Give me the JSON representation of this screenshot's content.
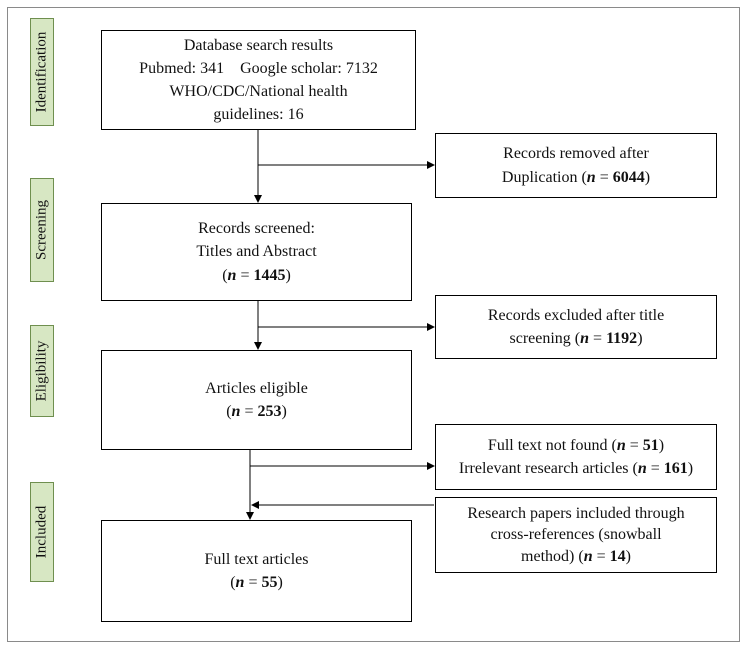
{
  "stages": {
    "identification": "Identification",
    "screening": "Screening",
    "eligibility": "Eligibility",
    "included": "Included"
  },
  "boxes": {
    "database_search": {
      "line1": "Database search results",
      "line2": "Pubmed: 341    Google scholar: 7132",
      "line3": "WHO/CDC/National health",
      "line4": "guidelines: 16"
    },
    "duplicates": {
      "line1": "Records removed after",
      "line2_prefix": "Duplication (",
      "n": "n",
      "eq": " = ",
      "value": "6044",
      "suffix": ")"
    },
    "screened": {
      "line1": "Records screened:",
      "line2": "Titles and Abstract",
      "prefix": "(",
      "n": "n",
      "eq": " = ",
      "value": "1445",
      "suffix": ")"
    },
    "excluded_title": {
      "line1": "Records excluded after title",
      "line2_prefix": "screening (",
      "n": "n",
      "eq": " = ",
      "value": "1192",
      "suffix": ")"
    },
    "eligible": {
      "line1": "Articles eligible",
      "prefix": "(",
      "n": "n",
      "eq": " = ",
      "value": "253",
      "suffix": ")"
    },
    "not_found": {
      "line1_prefix": "Full text not found (",
      "n1": "n",
      "eq1": " = ",
      "value1": "51",
      "suffix1": ")",
      "line2_prefix": "Irrelevant research articles (",
      "n2": "n",
      "eq2": " = ",
      "value2": "161",
      "suffix2": ")"
    },
    "snowball": {
      "line1": "Research papers included through",
      "line2": "cross-references (snowball",
      "line3_prefix": "method) (",
      "n": "n",
      "eq": " = ",
      "value": "14",
      "suffix": ")"
    },
    "full_text": {
      "line1": "Full text articles",
      "prefix": "(",
      "n": "n",
      "eq": " = ",
      "value": "55",
      "suffix": ")"
    }
  },
  "colors": {
    "stage_fill": "#d7e7c3",
    "stage_border": "#6f8f4f",
    "line": "#000000"
  }
}
